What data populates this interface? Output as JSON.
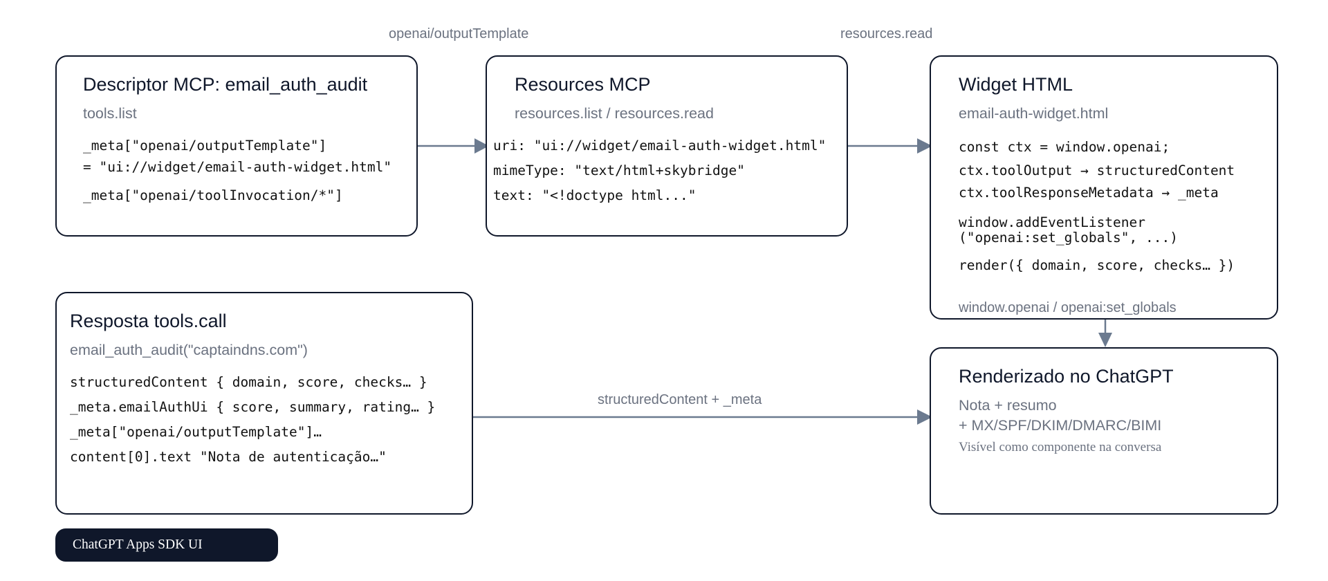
{
  "edge_labels": {
    "output_template": "openai/outputTemplate",
    "resources_read": "resources.read",
    "structured_meta": "structuredContent + _meta",
    "globals": "window.openai / openai:set_globals"
  },
  "nodes": {
    "descriptor": {
      "title": "Descriptor MCP: email_auth_audit",
      "subtitle": "tools.list",
      "lines": [
        "_meta[\"openai/outputTemplate\"]",
        "= \"ui://widget/email-auth-widget.html\"",
        "_meta[\"openai/toolInvocation/*\"]"
      ]
    },
    "resources": {
      "title": "Resources MCP",
      "subtitle": "resources.list / resources.read",
      "lines": [
        "uri: \"ui://widget/email-auth-widget.html\"",
        "mimeType: \"text/html+skybridge\"",
        "text: \"<!doctype html...\""
      ]
    },
    "widget": {
      "title": "Widget HTML",
      "subtitle": "email-auth-widget.html",
      "lines": [
        "const ctx = window.openai;",
        "ctx.toolOutput → structuredContent",
        "ctx.toolResponseMetadata → _meta",
        "window.addEventListener",
        "(\"openai:set_globals\", ...)",
        "render({ domain, score, checks… })"
      ]
    },
    "response": {
      "title": "Resposta tools.call",
      "subtitle": "email_auth_audit(\"captaindns.com\")",
      "lines": [
        "structuredContent { domain, score, checks… }",
        "_meta.emailAuthUi { score, summary, rating… }",
        "_meta[\"openai/outputTemplate\"]…",
        "content[0].text \"Nota de autenticação…\""
      ]
    },
    "rendered": {
      "title": "Renderizado no ChatGPT",
      "subtitle_lines": [
        "Nota + resumo",
        "+ MX/SPF/DKIM/DMARC/BIMI"
      ],
      "note": "Visível como componente na conversa"
    }
  },
  "badge": {
    "label": "ChatGPT Apps SDK UI"
  },
  "colors": {
    "box_border": "#0f172a",
    "arrow": "#6b7a8f",
    "muted_text": "#6b7280",
    "badge_bg": "#0f172a"
  }
}
